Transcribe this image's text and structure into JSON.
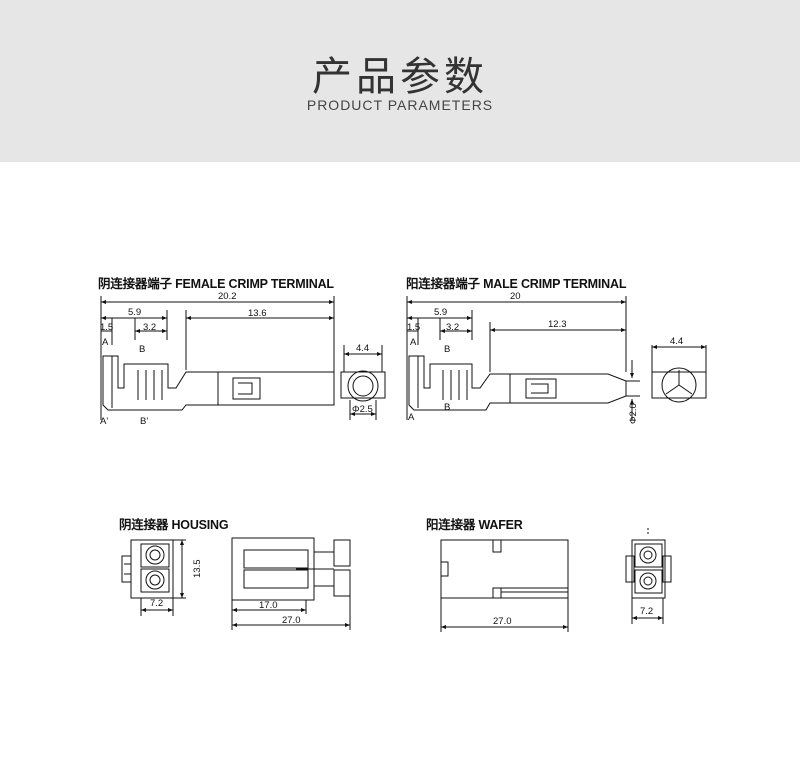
{
  "header": {
    "title": "产品参数",
    "subtitle": "PRODUCT PARAMETERS"
  },
  "sections": {
    "female": "阴连接器端子  FEMALE CRIMP TERMINAL",
    "male": "阳连接器端子  MALE CRIMP TERMINAL",
    "housing": "阴连接器  HOUSING",
    "wafer": "阳连接器  WAFER"
  },
  "female_dims": {
    "overall": "20.2",
    "d1": "5.9",
    "d2": "1.5",
    "d3": "3.2",
    "d4": "13.6",
    "width": "4.4",
    "dia": "Φ2.5",
    "a": "A",
    "b": "B",
    "a2": "A'",
    "b2": "B'"
  },
  "male_dims": {
    "overall": "20",
    "d1": "5.9",
    "d2": "1.5",
    "d3": "3.2",
    "d4": "12.3",
    "width": "4.4",
    "dia": "Φ2.0",
    "a": "A",
    "b": "B",
    "a2": "A",
    "b2": "B"
  },
  "housing_dims": {
    "w": "7.2",
    "h": "13.5",
    "l1": "17.0",
    "l2": "27.0"
  },
  "wafer_dims": {
    "l": "27.0",
    "w": "7.2"
  }
}
